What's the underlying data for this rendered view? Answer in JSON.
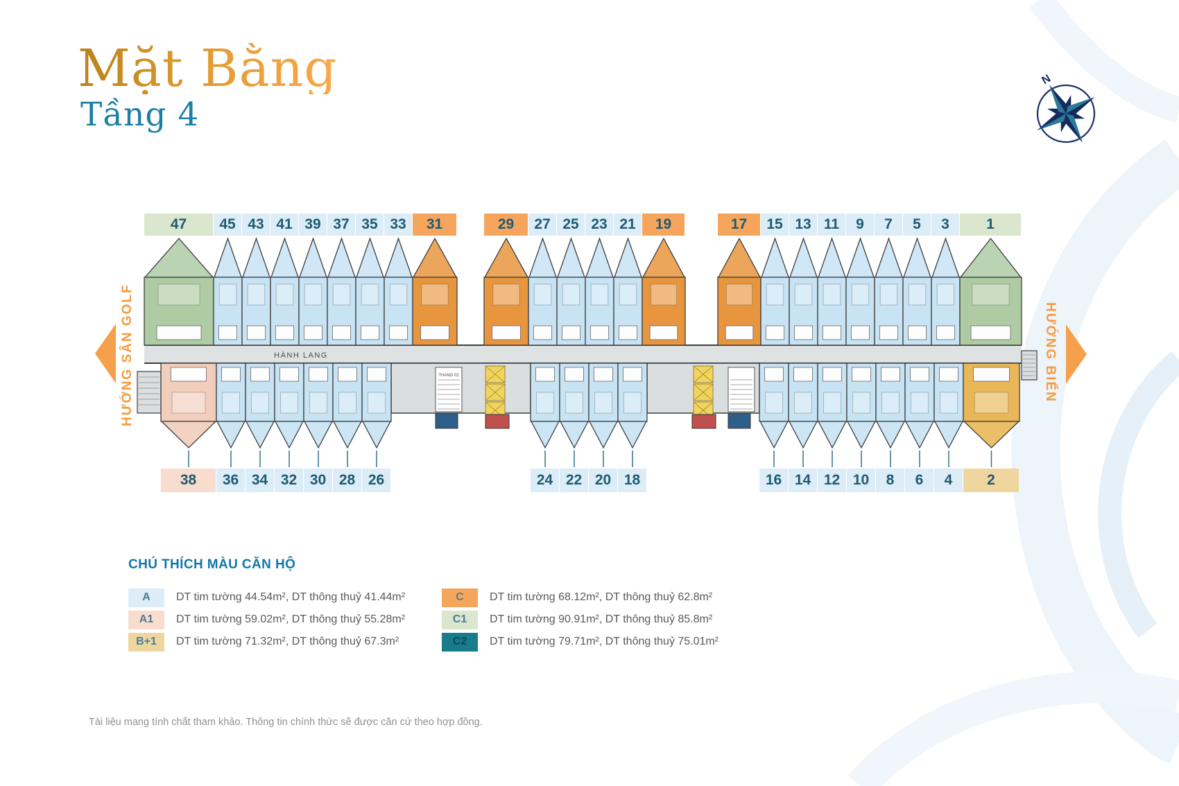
{
  "title": {
    "main": "Mặt Bằng",
    "sub": "Tầng 4"
  },
  "compass": {
    "label": "N"
  },
  "directions": {
    "left": "HƯỚNG SÂN GOLF",
    "right": "HƯỚNG BIỂN",
    "color": "#F59B3C"
  },
  "floor_plan": {
    "corridor_label": "HÀNH LANG",
    "stair_label": "THANG 02",
    "number_color": "#1D5A74",
    "unit_colors": {
      "A": "#C7E3F4",
      "A1": "#F1CEBB",
      "B+1": "#E9B757",
      "C": "#E8963E",
      "C1": "#AECBA4"
    },
    "box_colors": {
      "A": "#DCEDF8",
      "A1": "#F8DCCE",
      "B+1": "#EFD69F",
      "C": "#F6A65C",
      "C1": "#DAE6CD"
    },
    "top_groups": [
      {
        "units": [
          {
            "number": "47",
            "type": "C1"
          },
          {
            "number": "45",
            "type": "A"
          },
          {
            "number": "43",
            "type": "A"
          },
          {
            "number": "41",
            "type": "A"
          },
          {
            "number": "39",
            "type": "A"
          },
          {
            "number": "37",
            "type": "A"
          },
          {
            "number": "35",
            "type": "A"
          },
          {
            "number": "33",
            "type": "A"
          },
          {
            "number": "31",
            "type": "C"
          }
        ]
      },
      {
        "units": [
          {
            "number": "29",
            "type": "C"
          },
          {
            "number": "27",
            "type": "A"
          },
          {
            "number": "25",
            "type": "A"
          },
          {
            "number": "23",
            "type": "A"
          },
          {
            "number": "21",
            "type": "A"
          },
          {
            "number": "19",
            "type": "C"
          }
        ]
      },
      {
        "units": [
          {
            "number": "17",
            "type": "C"
          },
          {
            "number": "15",
            "type": "A"
          },
          {
            "number": "13",
            "type": "A"
          },
          {
            "number": "11",
            "type": "A"
          },
          {
            "number": "9",
            "type": "A"
          },
          {
            "number": "7",
            "type": "A"
          },
          {
            "number": "5",
            "type": "A"
          },
          {
            "number": "3",
            "type": "A"
          },
          {
            "number": "1",
            "type": "C1"
          }
        ]
      }
    ],
    "bottom_groups": [
      {
        "units": [
          {
            "number": "38",
            "type": "A1"
          },
          {
            "number": "36",
            "type": "A"
          },
          {
            "number": "34",
            "type": "A"
          },
          {
            "number": "32",
            "type": "A"
          },
          {
            "number": "30",
            "type": "A"
          },
          {
            "number": "28",
            "type": "A"
          },
          {
            "number": "26",
            "type": "A"
          }
        ]
      },
      {
        "units": [
          {
            "number": "24",
            "type": "A"
          },
          {
            "number": "22",
            "type": "A"
          },
          {
            "number": "20",
            "type": "A"
          },
          {
            "number": "18",
            "type": "A"
          }
        ]
      },
      {
        "units": [
          {
            "number": "16",
            "type": "A"
          },
          {
            "number": "14",
            "type": "A"
          },
          {
            "number": "12",
            "type": "A"
          },
          {
            "number": "10",
            "type": "A"
          },
          {
            "number": "8",
            "type": "A"
          },
          {
            "number": "6",
            "type": "A"
          },
          {
            "number": "4",
            "type": "A"
          },
          {
            "number": "2",
            "type": "B+1"
          }
        ]
      }
    ]
  },
  "legend": {
    "title": "CHÚ THÍCH MÀU CĂN HỘ",
    "items": [
      {
        "code": "A",
        "swatch": "#DCEDF8",
        "code_color": "#4B7C96",
        "description": "DT tim tường 44.54m², DT thông thuỷ 41.44m²"
      },
      {
        "code": "A1",
        "swatch": "#F8DCCE",
        "code_color": "#4B7C96",
        "description": "DT tim tường 59.02m², DT thông thuỷ 55.28m²"
      },
      {
        "code": "B+1",
        "swatch": "#EFD69F",
        "code_color": "#4B7C96",
        "description": "DT tim tường 71.32m², DT thông thuỷ 67.3m²"
      },
      {
        "code": "C",
        "swatch": "#F6A65C",
        "code_color": "#5E7C8A",
        "description": "DT tim tường 68.12m², DT thông thuỷ 62.8m²"
      },
      {
        "code": "C1",
        "swatch": "#DAE6CD",
        "code_color": "#4B7C96",
        "description": "DT tim tường 90.91m², DT thông thuỷ 85.8m²"
      },
      {
        "code": "C2",
        "swatch": "#187C8C",
        "code_color": "#0B4A56",
        "description": "DT tim tường 79.71m², DT thông thuỷ 75.01m²"
      }
    ]
  },
  "footer": {
    "disclaimer": "Tài liệu mang tính chất tham khảo. Thông tin chính thức sẽ được căn cứ theo hợp đồng."
  }
}
